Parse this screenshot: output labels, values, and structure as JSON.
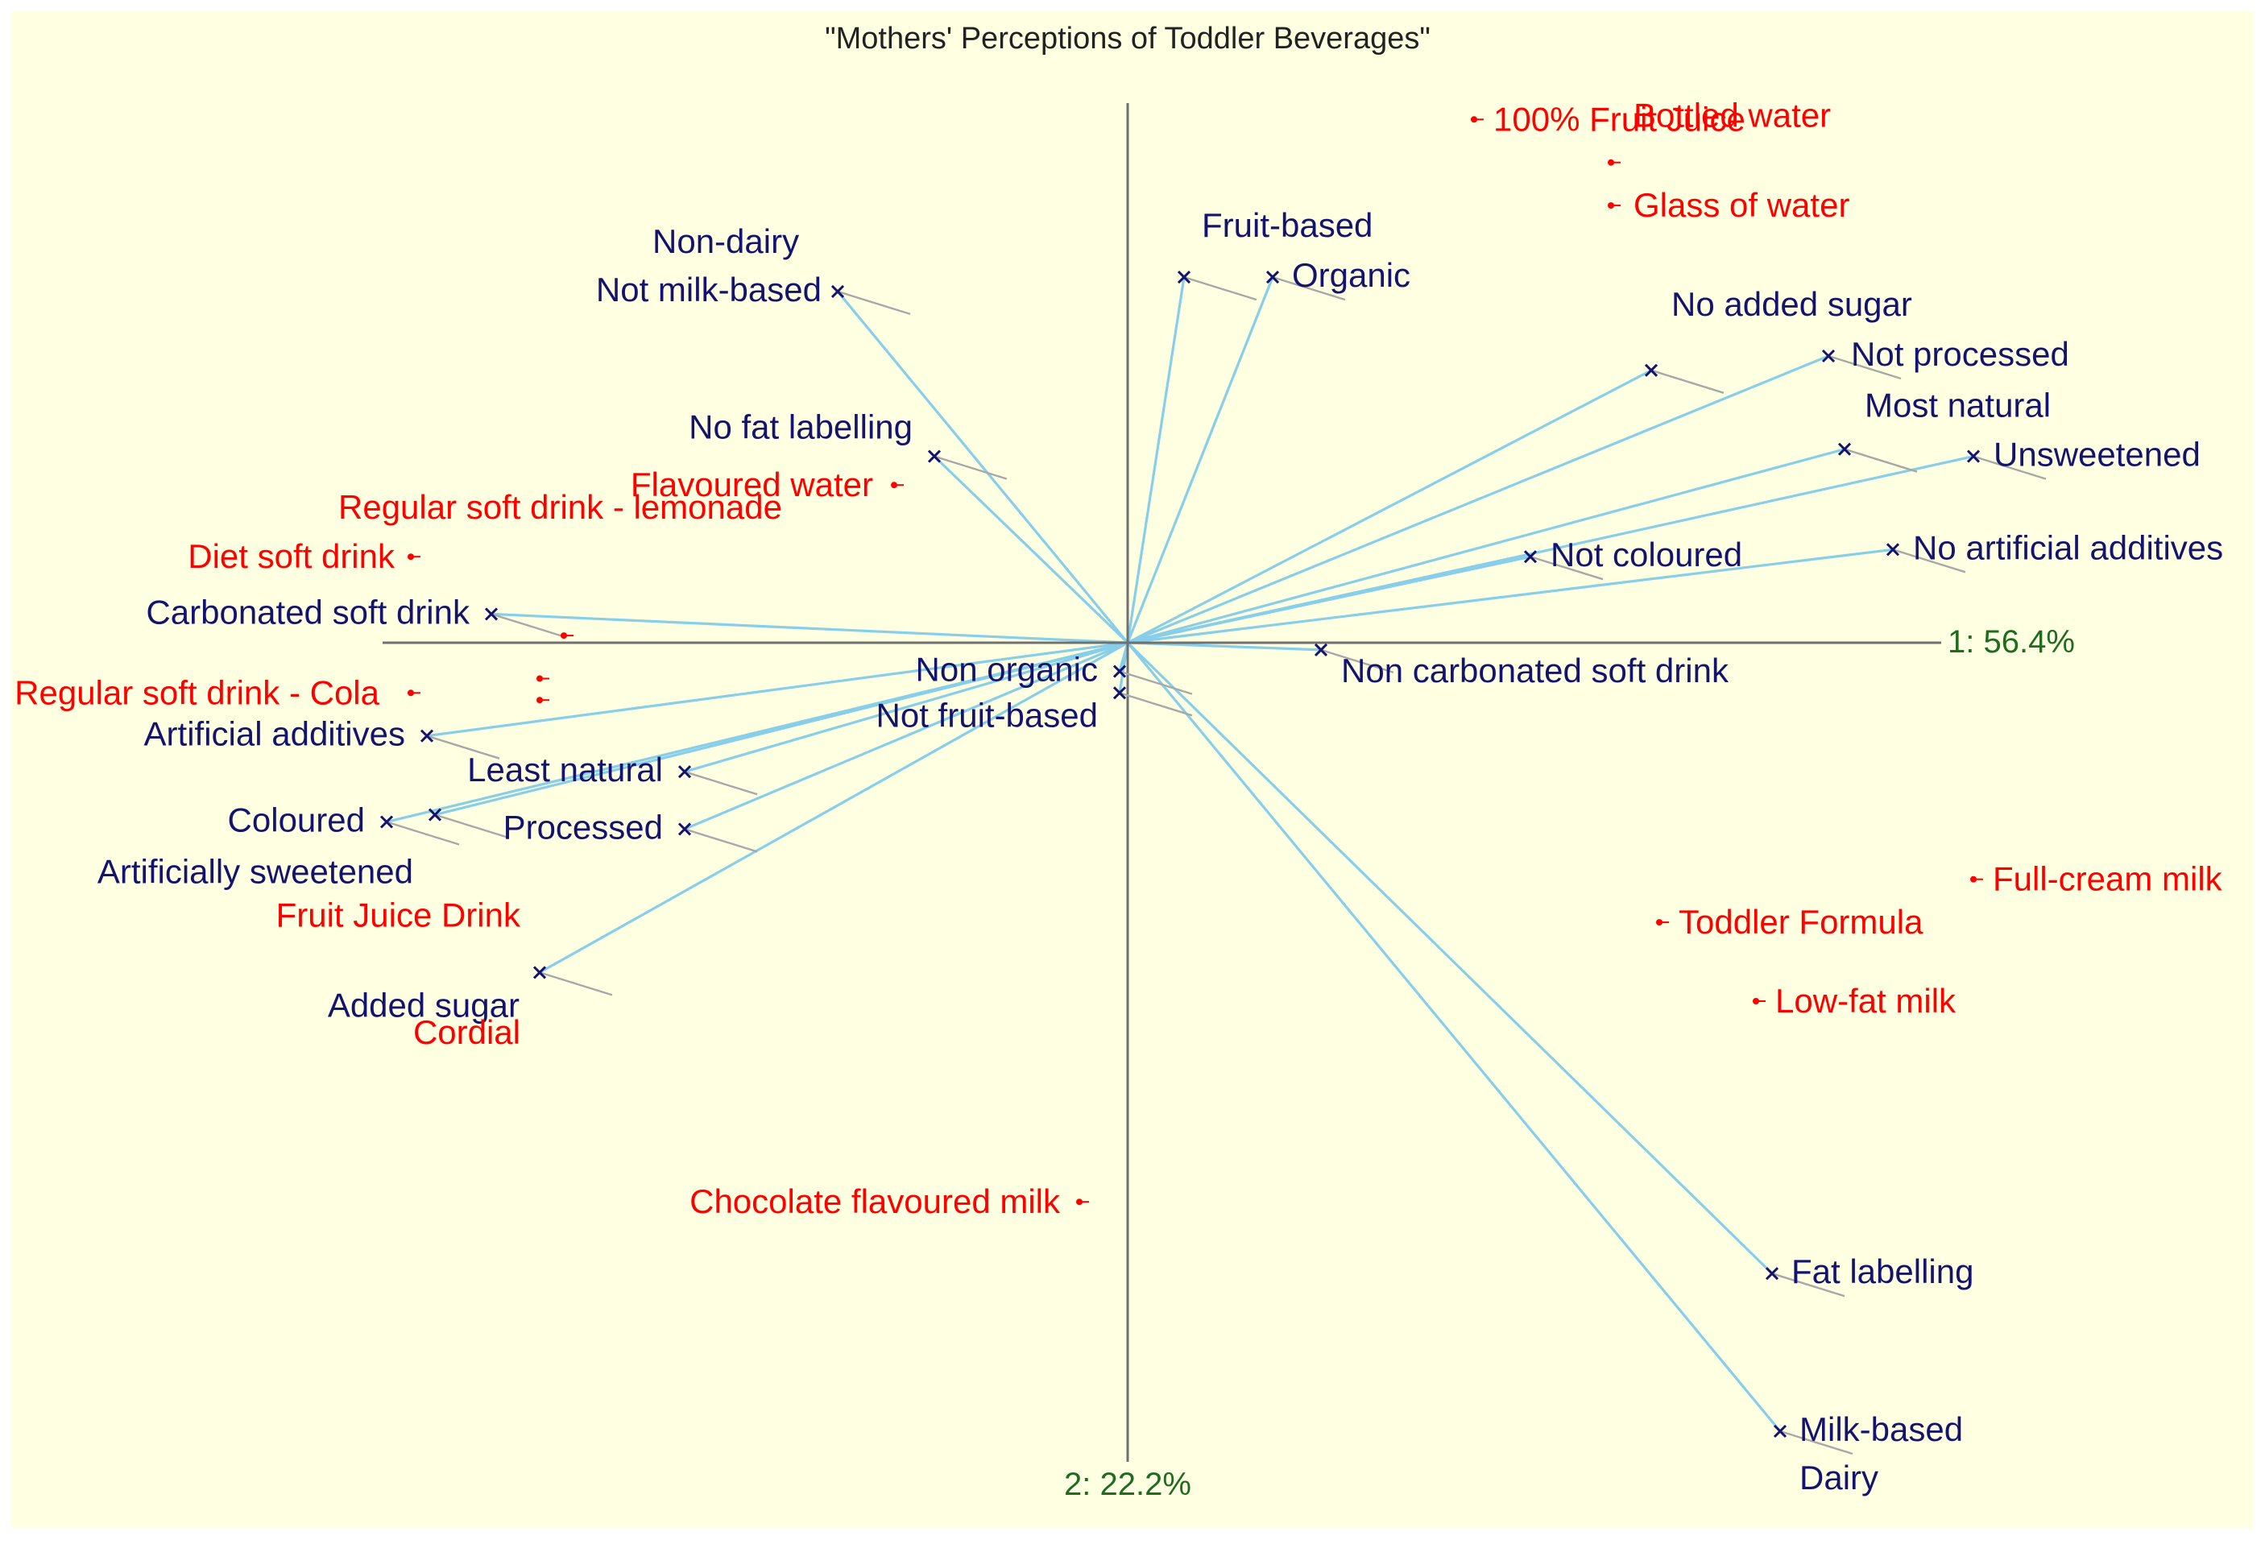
{
  "colors": {
    "background": "#FFFFE1",
    "axis": "#707070",
    "vector": "#87CEEB",
    "attribute": "#14146E",
    "beverage": "#FF0000",
    "axis_label": "#1F6B1F",
    "title": "#222222",
    "leader": "#A8A8A8"
  },
  "chart_data": {
    "type": "scatter",
    "title": "\"Mothers' Perceptions of Toddler Beverages\"",
    "xlabel": "1: 56.4%",
    "ylabel": "2: 22.2%",
    "xlim": [
      -1.0,
      1.1
    ],
    "ylim": [
      -1.15,
      0.75
    ],
    "grid": false,
    "series": [
      {
        "role": "attributes",
        "points": [
          {
            "label": "Non-dairy",
            "x": -0.36,
            "y": 0.49,
            "vector": true
          },
          {
            "label": "Not milk-based",
            "x": -0.36,
            "y": 0.49,
            "vector": true
          },
          {
            "label": "Fruit-based",
            "x": 0.07,
            "y": 0.51,
            "vector": true
          },
          {
            "label": "Organic",
            "x": 0.18,
            "y": 0.51,
            "vector": true
          },
          {
            "label": "No added sugar",
            "x": 0.65,
            "y": 0.38,
            "vector": true
          },
          {
            "label": "Not processed",
            "x": 0.87,
            "y": 0.4,
            "vector": true
          },
          {
            "label": "Most natural",
            "x": 0.89,
            "y": 0.27,
            "vector": true
          },
          {
            "label": "Unsweetened",
            "x": 1.05,
            "y": 0.26,
            "vector": true
          },
          {
            "label": "No artificial additives",
            "x": 0.95,
            "y": 0.13,
            "vector": true
          },
          {
            "label": "Not coloured",
            "x": 0.5,
            "y": 0.12,
            "vector": true
          },
          {
            "label": "No fat labelling",
            "x": -0.24,
            "y": 0.26,
            "vector": true
          },
          {
            "label": "Carbonated soft drink",
            "x": -0.79,
            "y": 0.04,
            "vector": true
          },
          {
            "label": "Non carbonated soft drink",
            "x": 0.24,
            "y": -0.01,
            "vector": true
          },
          {
            "label": "Non organic",
            "x": -0.01,
            "y": -0.04,
            "vector": true
          },
          {
            "label": "Not fruit-based",
            "x": -0.01,
            "y": -0.07,
            "vector": true
          },
          {
            "label": "Artificial additives",
            "x": -0.87,
            "y": -0.13,
            "vector": true
          },
          {
            "label": "Least natural",
            "x": -0.55,
            "y": -0.18,
            "vector": true
          },
          {
            "label": "Coloured",
            "x": -0.92,
            "y": -0.25,
            "vector": true
          },
          {
            "label": "Artificially sweetened",
            "x": -0.86,
            "y": -0.24,
            "vector": true
          },
          {
            "label": "Processed",
            "x": -0.55,
            "y": -0.26,
            "vector": true
          },
          {
            "label": "Added sugar",
            "x": -0.73,
            "y": -0.46,
            "vector": true
          },
          {
            "label": "Fat labelling",
            "x": 0.8,
            "y": -0.88,
            "vector": true
          },
          {
            "label": "Milk-based",
            "x": 0.81,
            "y": -1.1,
            "vector": true
          },
          {
            "label": "Dairy",
            "x": 0.81,
            "y": -1.1,
            "vector": true
          }
        ]
      },
      {
        "role": "beverages",
        "points": [
          {
            "label": "100% Fruit Juice",
            "x": 0.43,
            "y": 0.73
          },
          {
            "label": "Bottled water",
            "x": 0.6,
            "y": 0.67
          },
          {
            "label": "Glass of water",
            "x": 0.6,
            "y": 0.61
          },
          {
            "label": "Flavoured water",
            "x": -0.29,
            "y": 0.22
          },
          {
            "label": "Regular soft drink - lemonade",
            "x": -0.7,
            "y": 0.01
          },
          {
            "label": "Diet soft drink",
            "x": -0.89,
            "y": 0.12
          },
          {
            "label": "Regular soft drink - Cola",
            "x": -0.89,
            "y": -0.07
          },
          {
            "label": "Fruit Juice Drink",
            "x": -0.73,
            "y": -0.05
          },
          {
            "label": "Cordial",
            "x": -0.73,
            "y": -0.08
          },
          {
            "label": "Full-cream milk",
            "x": 1.05,
            "y": -0.33
          },
          {
            "label": "Toddler Formula",
            "x": 0.66,
            "y": -0.39
          },
          {
            "label": "Low-fat milk",
            "x": 0.78,
            "y": -0.5
          },
          {
            "label": "Chocolate flavoured milk",
            "x": -0.06,
            "y": -0.78
          }
        ]
      }
    ]
  }
}
